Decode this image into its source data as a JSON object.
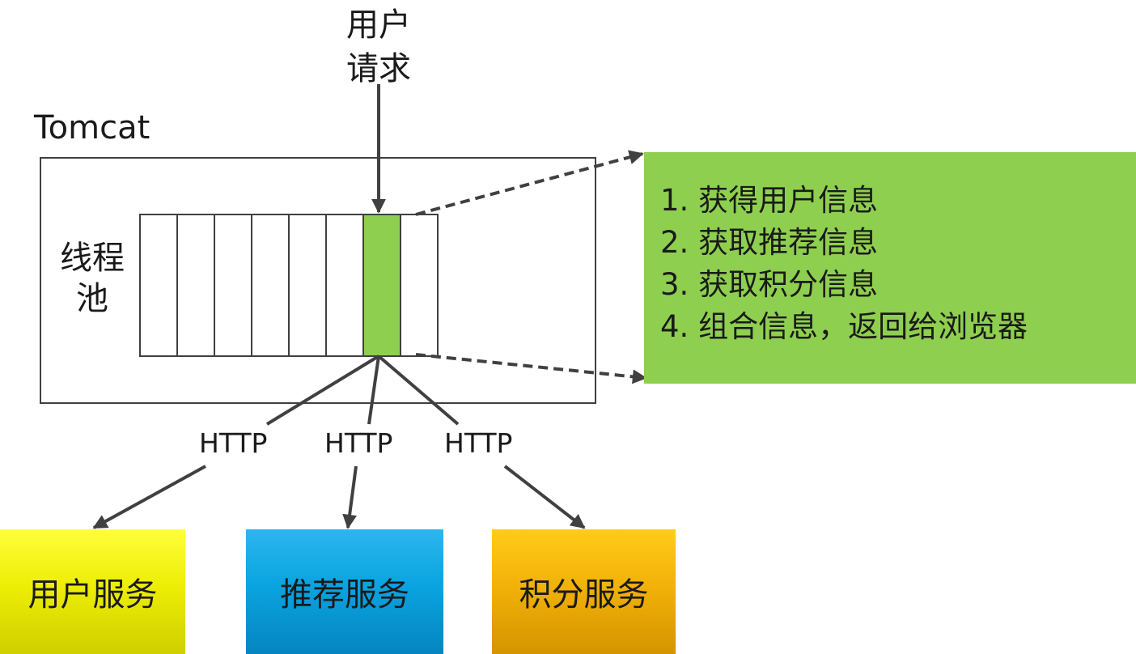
{
  "user_request": {
    "line1": "用户",
    "line2": "请求"
  },
  "tomcat": {
    "label": "Tomcat"
  },
  "thread_pool": {
    "line1": "线程",
    "line2": "池",
    "slot_count": 8,
    "active_slot_index": 6
  },
  "http_labels": [
    "HTTP",
    "HTTP",
    "HTTP"
  ],
  "info_box": {
    "steps": [
      "1. 获得用户信息",
      "2. 获取推荐信息",
      "3. 获取积分信息",
      "4. 组合信息，返回给浏览器"
    ]
  },
  "services": {
    "user": "用户服务",
    "recommend": "推荐服务",
    "points": "积分服务"
  },
  "colors": {
    "active_thread": "#8fcf4f",
    "info_box": "#8fcf4f",
    "user_service": "#eeee05",
    "recommend_service": "#0aa4e0",
    "points_service": "#f2b208",
    "line": "#404040"
  }
}
